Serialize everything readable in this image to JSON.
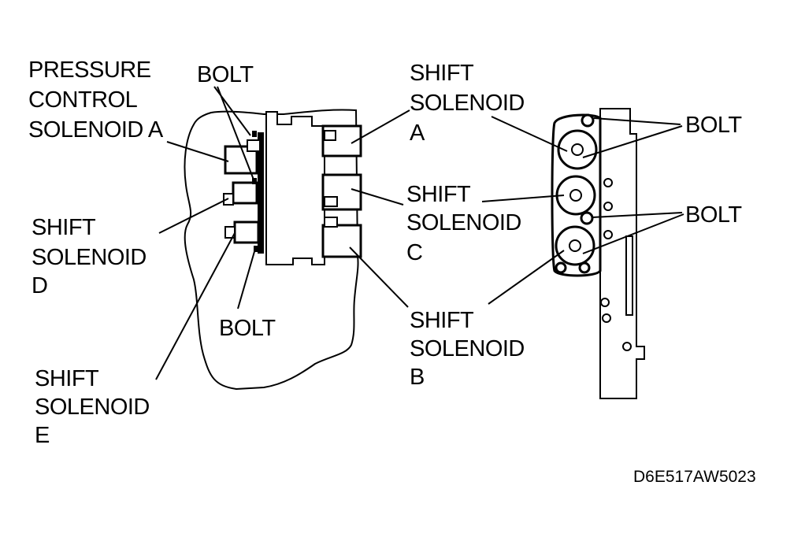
{
  "labels": {
    "pressure_control_solenoid_a": [
      "PRESSURE",
      "CONTROL",
      "SOLENOID A"
    ],
    "bolt_top_left": "BOLT",
    "shift_solenoid_a": [
      "SHIFT",
      "SOLENOID",
      "A"
    ],
    "shift_solenoid_d": [
      "SHIFT",
      "SOLENOID",
      "D"
    ],
    "bolt_bottom_left": "BOLT",
    "shift_solenoid_e": [
      "SHIFT",
      "SOLENOID",
      "E"
    ],
    "shift_solenoid_c": [
      "SHIFT",
      "SOLENOID",
      "C"
    ],
    "shift_solenoid_b": [
      "SHIFT",
      "SOLENOID",
      "B"
    ],
    "bolt_right_top": "BOLT",
    "bolt_right_bottom": "BOLT"
  },
  "figure_code": "D6E517AW5023",
  "colors": {
    "ink": "#000000",
    "paper": "#ffffff"
  }
}
